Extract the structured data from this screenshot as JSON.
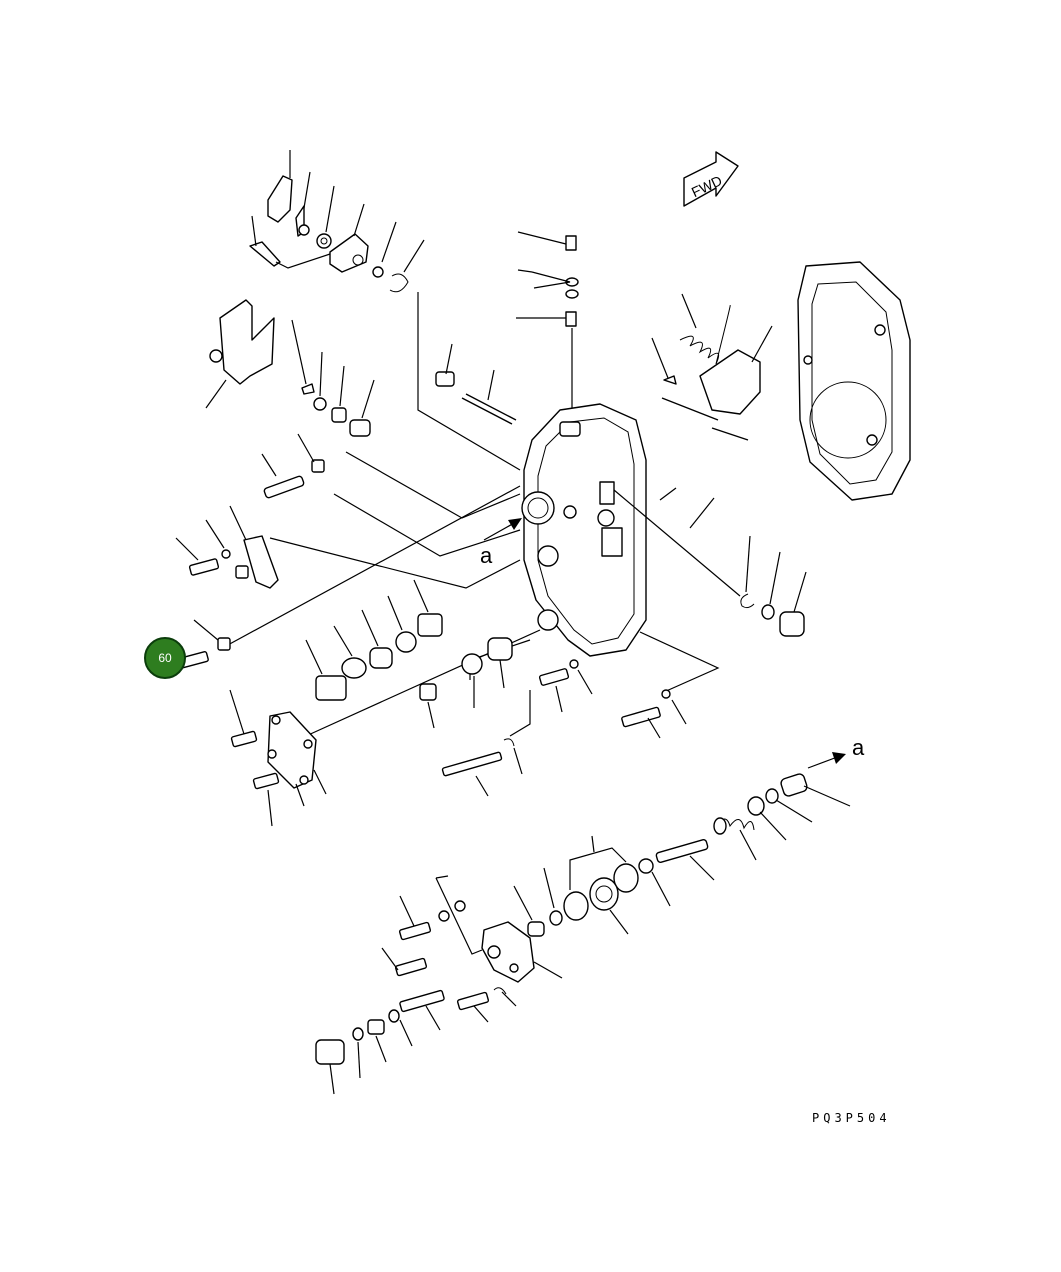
{
  "diagram": {
    "fwd_label": "FWD",
    "arrow_label_a_left": "a",
    "arrow_label_a_right": "a",
    "drawing_code": "PQ3P504"
  },
  "callout": {
    "number": "60",
    "color": "#2e7d1f"
  }
}
